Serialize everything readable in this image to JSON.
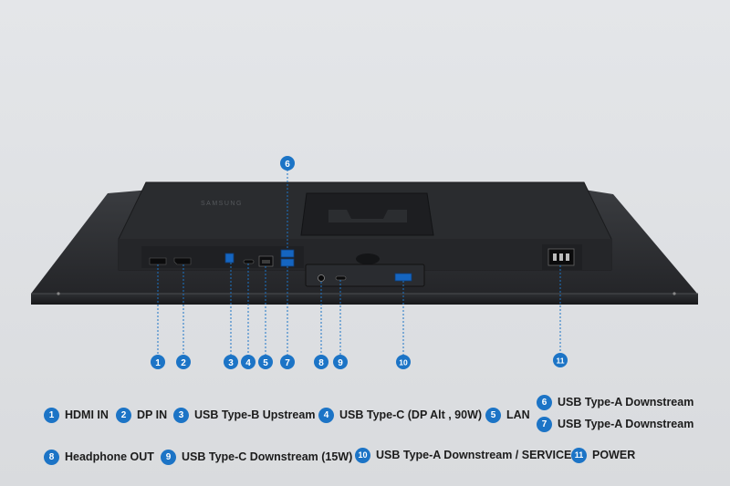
{
  "brand": "SAMSUNG",
  "accent_color": "#1c74c6",
  "callouts": [
    {
      "num": "1",
      "label": "HDMI IN"
    },
    {
      "num": "2",
      "label": "DP IN"
    },
    {
      "num": "3",
      "label": "USB Type-B Upstream"
    },
    {
      "num": "4",
      "label": "USB Type-C (DP Alt , 90W)"
    },
    {
      "num": "5",
      "label": "LAN"
    },
    {
      "num": "6",
      "label": "USB Type-A Downstream"
    },
    {
      "num": "7",
      "label": "USB Type-A Downstream"
    },
    {
      "num": "8",
      "label": "Headphone OUT"
    },
    {
      "num": "9",
      "label": "USB Type-C Downstream (15W)"
    },
    {
      "num": "10",
      "label": "USB Type-A Downstream / SERVICE"
    },
    {
      "num": "11",
      "label": "POWER"
    }
  ]
}
